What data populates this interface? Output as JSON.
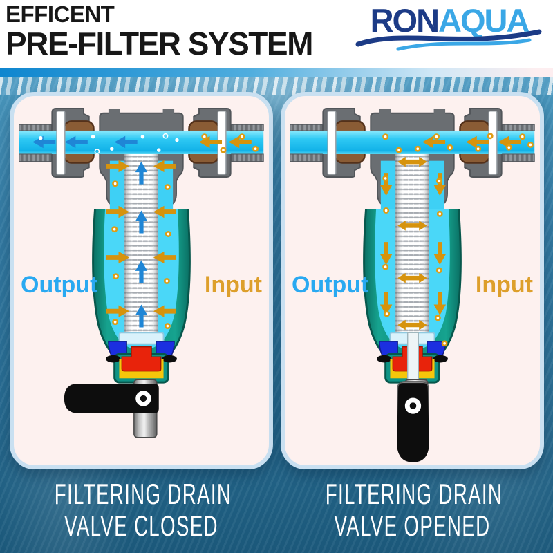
{
  "header": {
    "title_line1": "EFFICENT",
    "title_line2": "PRE-FILTER SYSTEM",
    "logo_part1": "RON",
    "logo_part2": "AQUA"
  },
  "panels": [
    {
      "valve_state": "closed",
      "output_label": "Output",
      "input_label": "Input",
      "caption_line1": "FILTERING DRAIN",
      "caption_line2": "VALVE CLOSED"
    },
    {
      "valve_state": "opened",
      "output_label": "Output",
      "input_label": "Input",
      "caption_line1": "FILTERING DRAIN",
      "caption_line2": "VALVE OPENED"
    }
  ],
  "icons": {
    "logo_wave": "wave-icon",
    "flow_left_arrow": "flow-arrow-left",
    "flow_up_arrow": "flow-arrow-up",
    "flow_down_arrow": "flow-arrow-down",
    "flow_double_arrow": "flow-arrow-double",
    "sediment_dot": "sediment-particle",
    "bubble_dot": "water-bubble"
  },
  "colors": {
    "logo_dark_blue": "#1c3b86",
    "logo_light_blue": "#3aa7e6",
    "output_text": "#29a9f1",
    "input_text": "#dd9f2b",
    "water_cyan": "#2fc9f4",
    "housing_teal": "#0d9182",
    "arrow_blue": "#1f86d6",
    "arrow_orange": "#d6930d",
    "panel_background": "#fdf1ef",
    "panel_border": "#c9e0f1",
    "background_water_blue": "#2b7096",
    "caption_text": "#ffffff",
    "valve_handle_black": "#0d0d0d",
    "seal_red": "#e8230b",
    "seal_blue": "#1b2fe0",
    "base_yellow": "#f6c60b",
    "bushing_brown": "#8a5c35"
  }
}
